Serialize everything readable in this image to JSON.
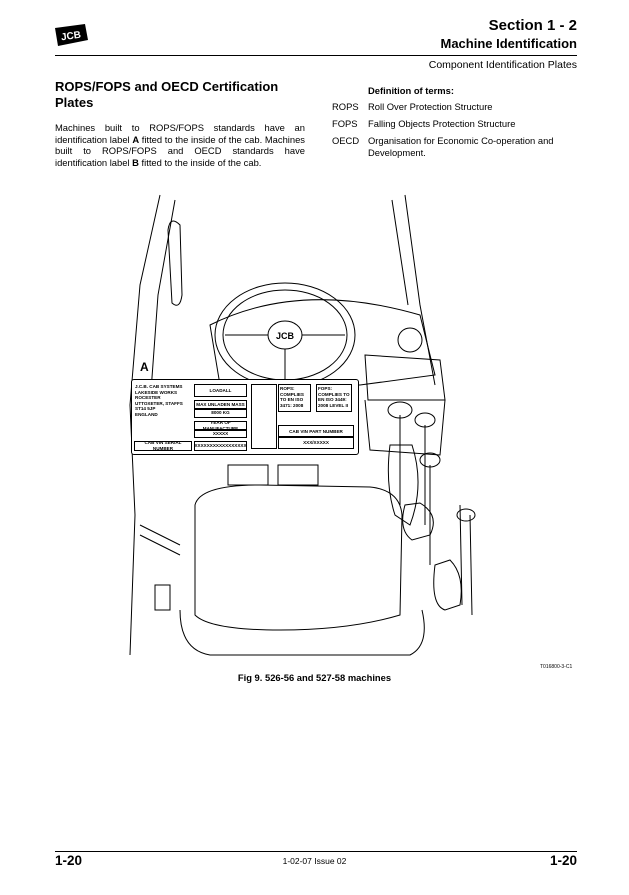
{
  "header": {
    "logo": "JCB",
    "section": "Section 1 - 2",
    "chapter": "Machine Identification",
    "topic": "Component Identification Plates"
  },
  "article": {
    "heading": "ROPS/FOPS and OECD Certification Plates",
    "paragraph": "Machines built to ROPS/FOPS standards have an identification label A fitted to the inside of the cab. Machines built to ROPS/FOPS and OECD standards have identification label B fitted to the inside of the cab."
  },
  "definitions": {
    "title": "Definition of terms:",
    "items": [
      {
        "abbr": "ROPS",
        "text": "Roll Over Protection Structure"
      },
      {
        "abbr": "FOPS",
        "text": "Falling Objects Protection Structure"
      },
      {
        "abbr": "OECD",
        "text": "Organisation for Economic Co-operation and Development."
      }
    ]
  },
  "figure": {
    "label": "A",
    "plate": {
      "address": [
        "J.C.B. CAB SYSTEMS",
        "LAKESIDE WORKS",
        "ROCESTER",
        "UTTOXETER, STAFFS",
        "ST14 5JP",
        "ENGLAND"
      ],
      "model": "LOADALL",
      "mass_label": "MAX UNLADEN MASS",
      "mass_value": "8000 KG",
      "year_label": "YEAR OF MANUFACTURE",
      "year_value": "XXXXX",
      "serial_label": "CAB VIN SERIAL NUMBER",
      "serial_value": "XXXXXXXXXXXXXXXXX",
      "rops": "ROPS: COMPLIES TO EN ISO 3471: 2008",
      "fops": "FOPS: COMPLIES TO EN ISO 3449: 2008 LEVEL II",
      "part_label": "CAB VIN PART NUMBER",
      "part_value": "XXX/XXXXX"
    },
    "caption": "Fig 9. 526-56 and 527-58 machines",
    "code": "T016800-3-C1"
  },
  "footer": {
    "page_left": "1-20",
    "issue": "1-02-07 Issue 02",
    "page_right": "1-20"
  }
}
